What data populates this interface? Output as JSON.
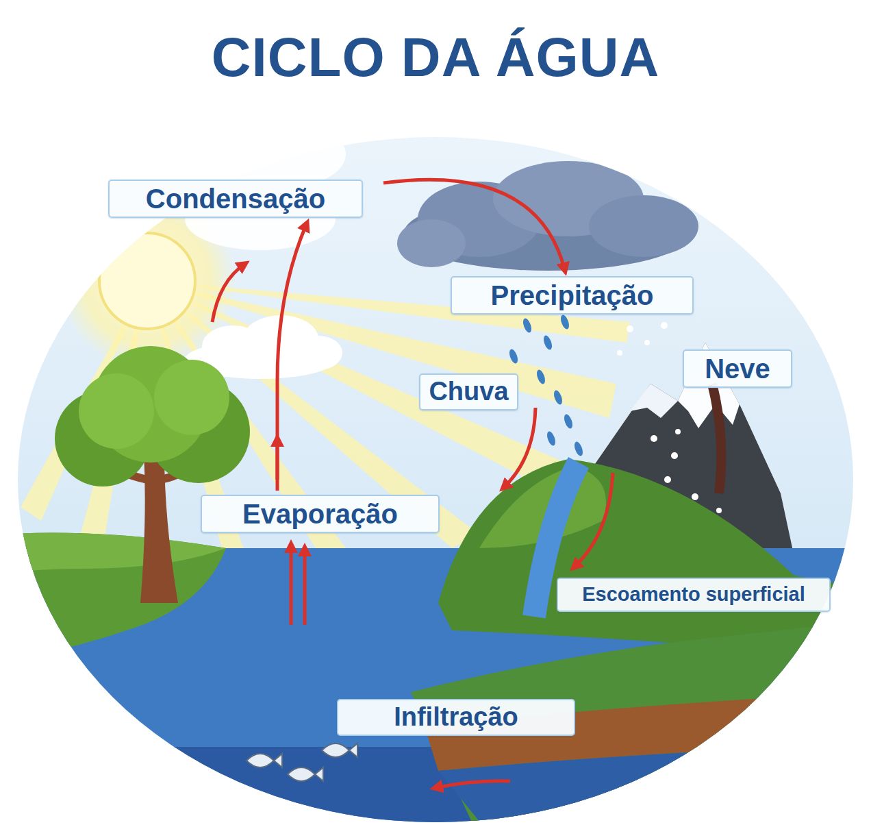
{
  "diagram": {
    "title": "CICLO DA ÁGUA",
    "nodes": [
      {
        "text": [
          "Condensação"
        ]
      },
      {
        "text": [
          "Precipitação"
        ]
      },
      {
        "text": [
          "Chuva"
        ]
      },
      {
        "text": [
          "Neve"
        ]
      },
      {
        "text": [
          "Evaporação"
        ]
      },
      {
        "text": [
          "Escoamento superficial"
        ]
      },
      {
        "text": [
          "Infiltração"
        ]
      }
    ],
    "edges": [
      {
        "from": 4,
        "to": 0,
        "arrow": "to"
      },
      {
        "from": 0,
        "to": 1,
        "arrow": "to"
      }
    ]
  }
}
